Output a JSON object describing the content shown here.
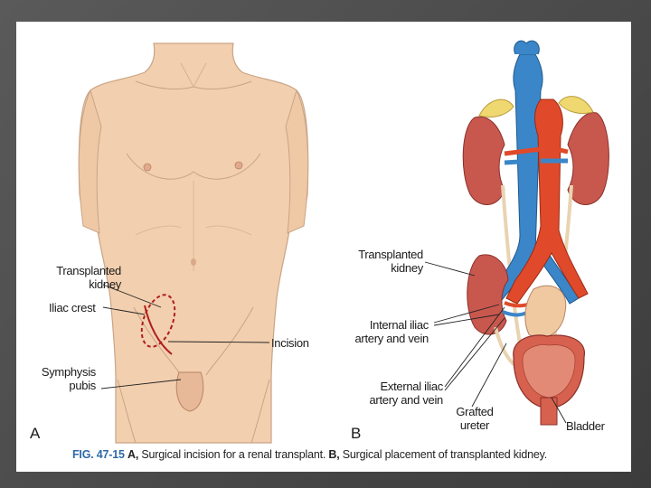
{
  "panel_a": {
    "letter": "A",
    "labels": {
      "transplanted_kidney": "Transplanted\nkidney",
      "iliac_crest": "Iliac crest",
      "incision": "Incision",
      "symphysis_pubis": "Symphysis\npubis"
    }
  },
  "panel_b": {
    "letter": "B",
    "labels": {
      "transplanted_kidney": "Transplanted\nkidney",
      "internal_iliac": "Internal iliac\nartery and vein",
      "external_iliac": "External iliac\nartery and vein",
      "grafted_ureter": "Grafted\nureter",
      "bladder": "Bladder"
    }
  },
  "caption": {
    "figure_number": "FIG. 47-15",
    "a_marker": "A,",
    "a_text": " Surgical incision for a renal transplant. ",
    "b_marker": "B,",
    "b_text": " Surgical placement of transplanted kidney."
  },
  "colors": {
    "skin": "#f2cfae",
    "kidney": "#c8584e",
    "artery": "#e04a2a",
    "vein": "#3a86c8",
    "adrenal": "#f0d870",
    "ureter": "#e9d3b0",
    "incision": "#b01e1e"
  }
}
